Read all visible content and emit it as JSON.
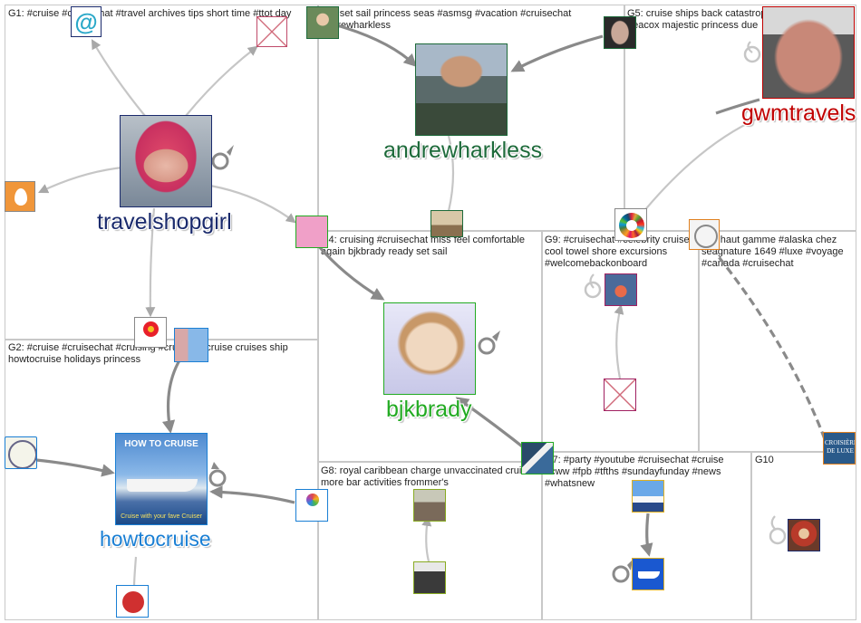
{
  "colors": {
    "edge": "#a8a8a8",
    "edge_dark": "#8a8a8a",
    "travelshopgirl": "#1a2a6c",
    "andrewharkless": "#1d6a3a",
    "gwmtravels": "#c00000",
    "bjkbrady": "#22aa22",
    "howtocruise": "#1a7fd4"
  },
  "groups": [
    {
      "id": "G1",
      "label": "G1: #cruise #cruisechat #travel archives tips short time #ttot day"
    },
    {
      "id": "G2",
      "label": "G2: #cruise #cruisechat #cruising #cruiselife cruise cruises ship howtocruise holidays princess"
    },
    {
      "id": "G3",
      "label": "G3: set sail princess seas #asmsg #vacation #cruisechat andrewharkless"
    },
    {
      "id": "G4",
      "label": "G4: cruising #cruisechat miss feel comfortable again bjkbrady ready set sail"
    },
    {
      "id": "G5",
      "label": "G5: cruise ships back catastrophe environment kim heacox majestic princess due"
    },
    {
      "id": "G6",
      "label": "G6: haut gamme #alaska chez seagnature 1649 #luxe #voyage #canada #cruisechat"
    },
    {
      "id": "G7",
      "label": "G7: #party #youtube #cruisechat #cruise #cww #fpb #tfths #sundayfunday #news #whatsnew"
    },
    {
      "id": "G8",
      "label": "G8: royal caribbean charge unvaccinated cruisers more bar activities frommer's"
    },
    {
      "id": "G9",
      "label": "G9: #cruisechat #celebrity cruises cool towel shore excursions #welcomebackonboard"
    },
    {
      "id": "G10",
      "label": "G10"
    }
  ],
  "nodes": {
    "travelshopgirl": {
      "label": "travelshopgirl"
    },
    "andrewharkless": {
      "label": "andrewharkless"
    },
    "gwmtravels": {
      "label": "gwmtravels"
    },
    "bjkbrady": {
      "label": "bjkbrady"
    },
    "howtocruise": {
      "label": "howtocruise"
    },
    "howtocruise_thumb": {
      "title": "HOW TO CRUISE",
      "subtitle": "Cruise with your fave Cruiser"
    },
    "croisiere": {
      "text": "CROISIÈRE DE LUXE"
    }
  }
}
